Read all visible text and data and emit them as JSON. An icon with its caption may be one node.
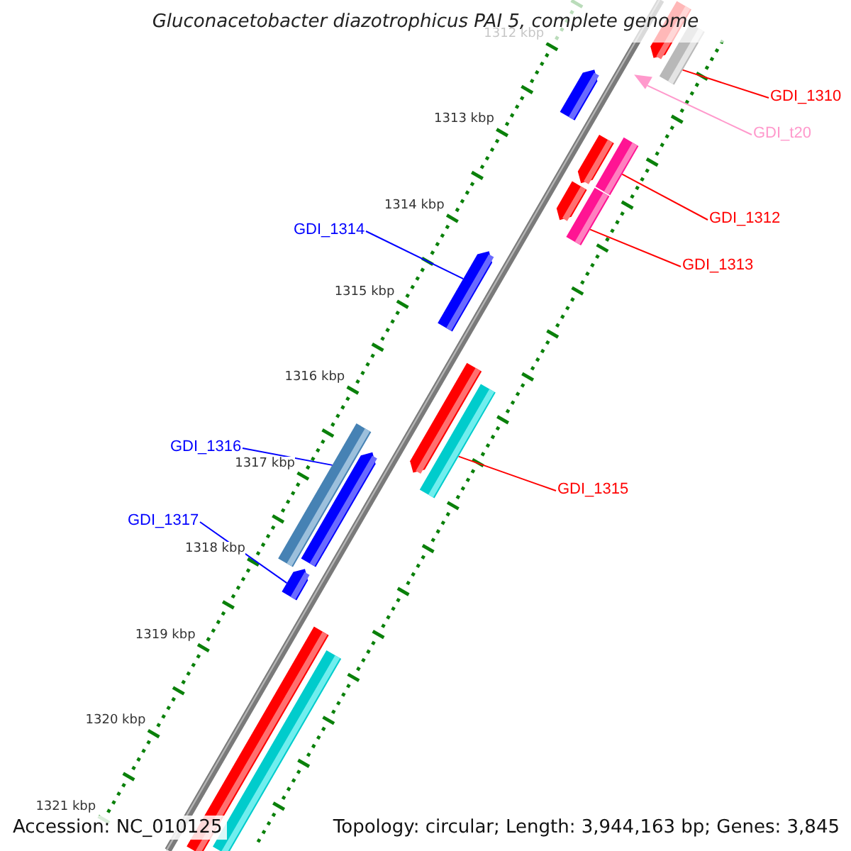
{
  "diagram": {
    "title": "Gluconacetobacter diazotrophicus PAI 5, complete genome",
    "nodes": [
      {
        "text": [
          "GDI_1310"
        ]
      },
      {
        "text": [],
        "shape": "bar"
      },
      {
        "text": [
          "GDI_t20"
        ]
      },
      {
        "text": [],
        "shape": "triangle"
      },
      {
        "text": [
          "GDI_1312"
        ]
      },
      {
        "text": [],
        "shape": "bar"
      },
      {
        "text": [
          "GDI_1313"
        ]
      },
      {
        "text": [],
        "shape": "bar"
      },
      {
        "text": [
          "GDI_1314"
        ]
      },
      {
        "text": [],
        "shape": "arrow"
      },
      {
        "text": [
          "GDI_1315"
        ]
      },
      {
        "text": [],
        "shape": "bar"
      },
      {
        "text": [
          "GDI_1316"
        ]
      },
      {
        "text": [],
        "shape": "bar"
      },
      {
        "text": [
          "GDI_1317"
        ]
      },
      {
        "text": [],
        "shape": "arrow"
      }
    ],
    "edges": [
      {
        "from": 0,
        "to": 1,
        "arrow": "none"
      },
      {
        "from": 2,
        "to": 3,
        "arrow": "none",
        "color": "#ff99cc"
      },
      {
        "from": 4,
        "to": 5,
        "arrow": "none"
      },
      {
        "from": 6,
        "to": 7,
        "arrow": "none"
      },
      {
        "from": 8,
        "to": 9,
        "arrow": "none",
        "color": "#0000ff"
      },
      {
        "from": 10,
        "to": 11,
        "arrow": "none"
      },
      {
        "from": 12,
        "to": 13,
        "arrow": "none",
        "color": "#0000ff"
      },
      {
        "from": 14,
        "to": 15,
        "arrow": "none",
        "color": "#0000ff"
      }
    ],
    "labels": [
      "1312 kbp",
      "1313 kbp",
      "1314 kbp",
      "1315 kbp",
      "1316 kbp",
      "1317 kbp",
      "1318 kbp",
      "1319 kbp",
      "1320 kbp",
      "1321 kbp",
      "Accession: NC_010125",
      "Topology: circular; Length: 3,944,163 bp; Genes: 3,845"
    ]
  }
}
